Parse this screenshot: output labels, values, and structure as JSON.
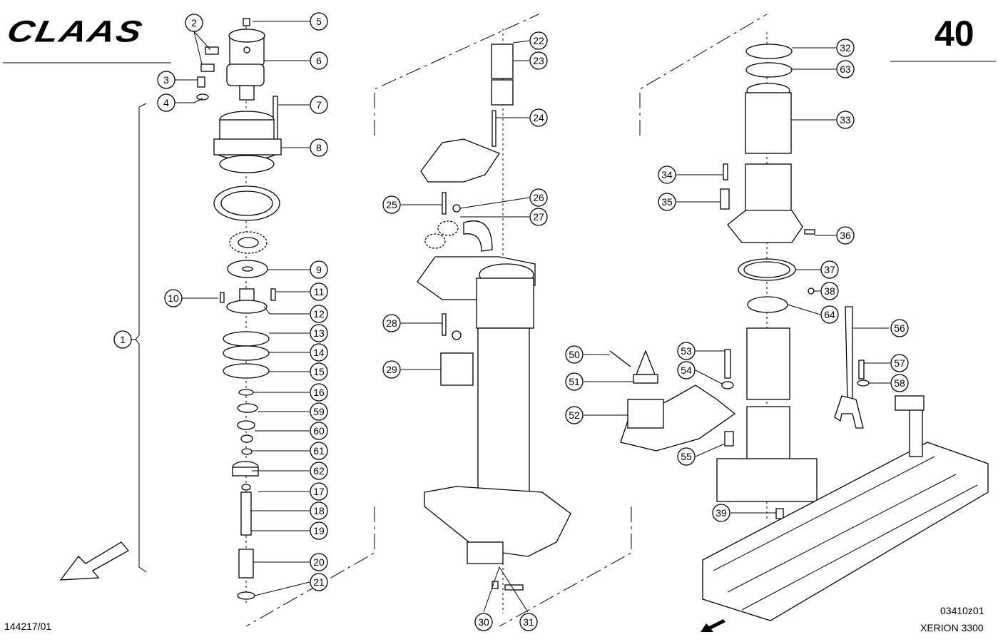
{
  "header": {
    "brand": "CLAAS",
    "page_number": "40"
  },
  "footer": {
    "left_code": "144217/01",
    "drawing_code": "03410z01",
    "model": "XERION 3300"
  },
  "callouts": [
    "1",
    "2",
    "3",
    "4",
    "5",
    "6",
    "7",
    "8",
    "9",
    "10",
    "11",
    "12",
    "13",
    "14",
    "15",
    "16",
    "17",
    "18",
    "19",
    "20",
    "21",
    "22",
    "23",
    "24",
    "25",
    "26",
    "27",
    "28",
    "29",
    "30",
    "31",
    "32",
    "33",
    "34",
    "35",
    "36",
    "37",
    "38",
    "39",
    "50",
    "51",
    "52",
    "53",
    "54",
    "55",
    "56",
    "57",
    "58",
    "59",
    "60",
    "61",
    "62",
    "63",
    "64"
  ]
}
